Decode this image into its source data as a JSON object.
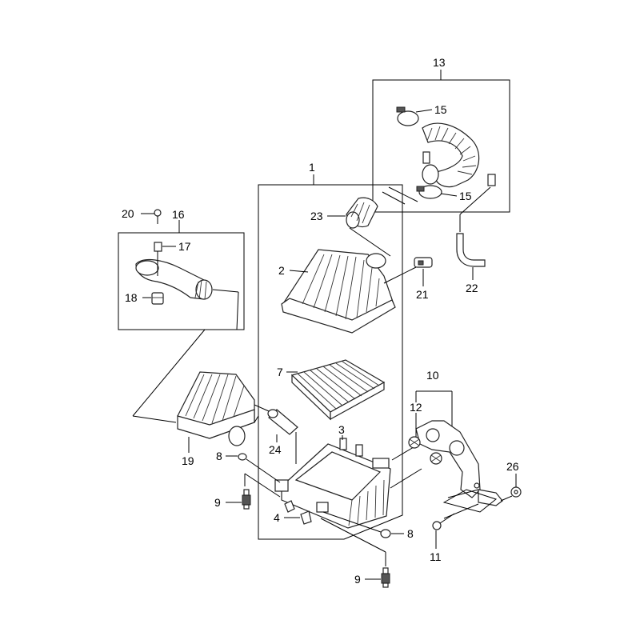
{
  "callouts": {
    "c1": "1",
    "c2": "2",
    "c3": "3",
    "c4": "4",
    "c7": "7",
    "c8a": "8",
    "c8b": "8",
    "c9a": "9",
    "c9b": "9",
    "c10": "10",
    "c11": "11",
    "c12": "12",
    "c13": "13",
    "c15a": "15",
    "c15b": "15",
    "c16": "16",
    "c17": "17",
    "c18": "18",
    "c19": "19",
    "c20": "20",
    "c21": "21",
    "c22": "22",
    "c23": "23",
    "c24": "24",
    "c26": "26"
  }
}
